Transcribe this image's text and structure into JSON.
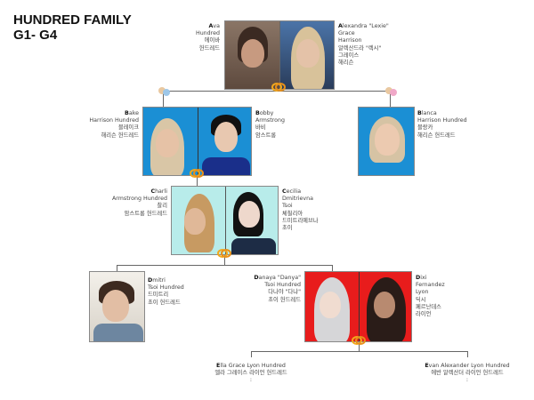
{
  "title": {
    "line1": "HUNDRED FAMILY",
    "line2": "G1- G4"
  },
  "g1": {
    "left": {
      "lines": [
        "Ava",
        "Hundred",
        "에이바",
        "헌드레드"
      ]
    },
    "right": {
      "lines": [
        "Alexandra \"Lexie\"",
        "Grace",
        "Harrison",
        "알렉산드라 \"렉시\"",
        "그레이스",
        "해리슨"
      ]
    }
  },
  "g2": {
    "left": {
      "lines": [
        "Bake",
        "Harrison Hundred",
        "블레이크",
        "해리슨 헌드레드"
      ]
    },
    "spouse": {
      "lines": [
        "Bobby",
        "Armstrong",
        "바비",
        "암스트롱"
      ]
    },
    "sibling": {
      "lines": [
        "Blanca",
        "Harrison Hundred",
        "블랑카",
        "해리슨 헌드레드"
      ]
    }
  },
  "g3": {
    "left": {
      "lines": [
        "Charli",
        "Armstrong Hundred",
        "찰리",
        "암스트롱 헌드레드"
      ]
    },
    "right": {
      "lines": [
        "Cecilia",
        "Dmitrievna",
        "Tsoi",
        "체칠리아",
        "드미트리예브나",
        "초이"
      ]
    }
  },
  "g4": {
    "dmitri": {
      "lines": [
        "Dmitri",
        "Tsoi Hundred",
        "드미트리",
        "초이 헌드레드"
      ]
    },
    "danaya": {
      "lines": [
        "Danaya \"Danya\"",
        "Tsoi Hundred",
        "다나야 \"다냐\"",
        "초이 헌드레드"
      ]
    },
    "dixi": {
      "lines": [
        "Dixi",
        "Fernandez",
        "Lyon",
        "딕시",
        "페르난데스",
        "라이언"
      ]
    }
  },
  "g5": {
    "ella": {
      "lines": [
        "Ella Grace Lyon Hundred",
        "엘라 그레이스 라이언 헌드레드",
        ":"
      ]
    },
    "evan": {
      "lines": [
        "Evan Alexander Lyon Hundred",
        "에반 알렉산더 라이언 헌드레드",
        ":"
      ]
    }
  },
  "colors": {
    "g2_bg": "#1b8fd4",
    "g3_bg": "#b8ecea",
    "g4_bg": "#e81c1c",
    "ring": "#f2a81d"
  }
}
